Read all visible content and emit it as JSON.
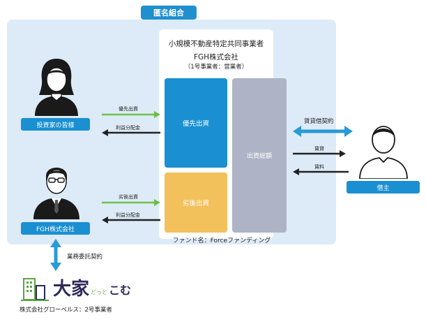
{
  "group_label": "匿名組合",
  "operator": {
    "title": "小規模不動産特定共同事業者",
    "company": "FGH株式会社",
    "company_sub": "（1号事業者：営業者）"
  },
  "funds": {
    "priority": "優先出資",
    "subordinate": "劣後出資",
    "total": "出資総額"
  },
  "fund_name": "ファンド名：Forceファンディング",
  "investor_label": "投資家の皆様",
  "fgh_label": "FGH株式会社",
  "owner_label": "借主",
  "arrows": {
    "investor_in": "優先出資",
    "investor_out": "利益分配金",
    "fgh_in": "劣後出資",
    "fgh_out": "利益分配金",
    "lease_contract": "賃貸借契約",
    "lease": "賃貸",
    "rent": "賃料",
    "service_contract": "業務委託契約"
  },
  "logo": {
    "main": "大家",
    "small": "どっと",
    "tail": "こむ"
  },
  "footer": "株式会社グローベルス：2号事業者",
  "colors": {
    "blue": "#1a8fd1",
    "yellow": "#f3c15c",
    "gray": "#aeb4c6",
    "green": "#6cbf4a",
    "panel": "#dcebf7"
  }
}
